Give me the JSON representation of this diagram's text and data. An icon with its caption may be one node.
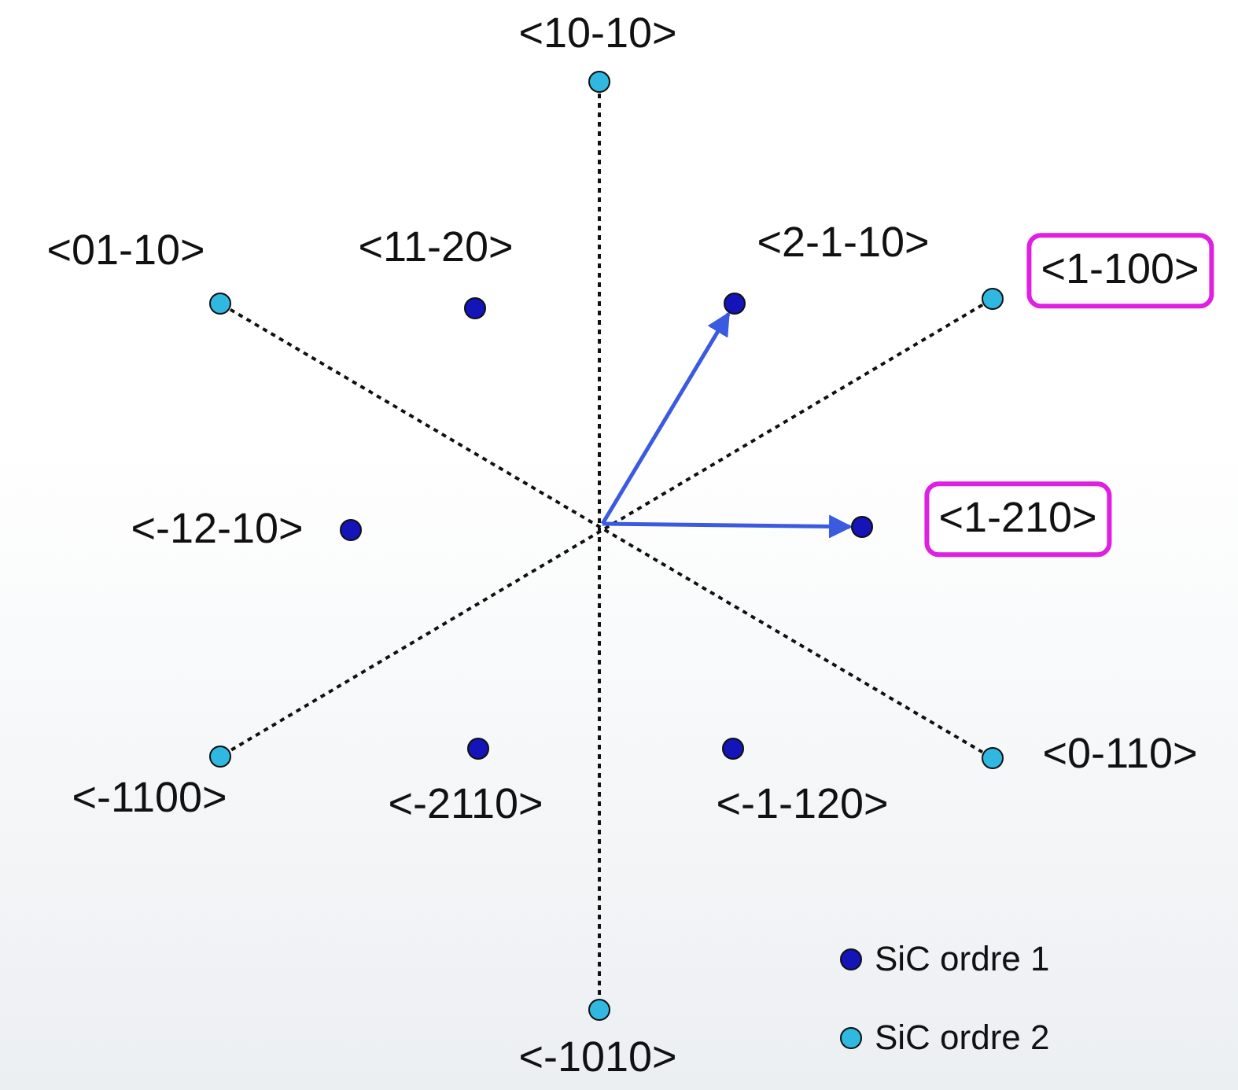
{
  "diagram": {
    "nodes": [
      {
        "text": [],
        "shape": "circle",
        "beside": [
          "<10-10>"
        ]
      },
      {
        "text": [],
        "shape": "circle",
        "beside": [
          "<01-10>"
        ]
      },
      {
        "text": [],
        "shape": "circle",
        "beside": [
          "<11-20>"
        ]
      },
      {
        "text": [],
        "shape": "circle",
        "beside": [
          "<2-1-10>"
        ]
      },
      {
        "text": [],
        "shape": "circle",
        "beside": [
          "<1-100>"
        ]
      },
      {
        "text": [],
        "shape": "circle",
        "beside": [
          "<-12-10>"
        ]
      },
      {
        "text": [],
        "shape": "circle",
        "beside": [
          "<1-210>"
        ]
      },
      {
        "text": [],
        "shape": "circle",
        "beside": [
          "<-1100>"
        ]
      },
      {
        "text": [],
        "shape": "circle",
        "beside": [
          "<-2110>"
        ]
      },
      {
        "text": [],
        "shape": "circle",
        "beside": [
          "<-1-120>"
        ]
      },
      {
        "text": [],
        "shape": "circle",
        "beside": [
          "<0-110>"
        ]
      },
      {
        "text": [],
        "shape": "circle",
        "beside": [
          "<-1010>"
        ]
      }
    ],
    "edges": [
      {
        "from": 0,
        "to": 11,
        "arrow": "none",
        "style": "dashed"
      },
      {
        "from": 1,
        "to": 10,
        "arrow": "none",
        "style": "dashed"
      },
      {
        "from": 4,
        "to": 7,
        "arrow": "none",
        "style": "dashed"
      },
      {
        "from": null,
        "to": 3,
        "arrow": "to",
        "color": "#3a5be0"
      },
      {
        "from": null,
        "to": 6,
        "arrow": "to",
        "color": "#3a5be0"
      }
    ],
    "legend": [
      {
        "text": "SiC ordre 1",
        "color": "#1414b8"
      },
      {
        "text": "SiC ordre 2",
        "color": "#30b8e0"
      }
    ]
  }
}
